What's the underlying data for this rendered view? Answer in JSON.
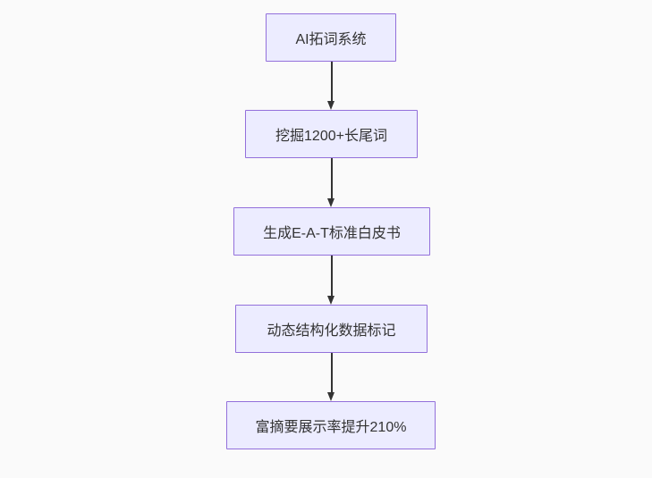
{
  "diagram": {
    "type": "flowchart",
    "direction": "top-down",
    "colors": {
      "background": "#fafafa",
      "node_fill": "#ececff",
      "node_border": "#9370db",
      "node_text": "#333333",
      "edge": "#333333"
    },
    "nodes": [
      {
        "label": "AI拓词系统"
      },
      {
        "label": "挖掘1200+长尾词"
      },
      {
        "label": "生成E-A-T标准白皮书"
      },
      {
        "label": "动态结构化数据标记"
      },
      {
        "label": "富摘要展示率提升210%"
      }
    ],
    "edges": [
      {
        "from": "AI拓词系统",
        "to": "挖掘1200+长尾词",
        "style": "arrow"
      },
      {
        "from": "挖掘1200+长尾词",
        "to": "生成E-A-T标准白皮书",
        "style": "arrow"
      },
      {
        "from": "生成E-A-T标准白皮书",
        "to": "动态结构化数据标记",
        "style": "arrow"
      },
      {
        "from": "动态结构化数据标记",
        "to": "富摘要展示率提升210%",
        "style": "arrow"
      }
    ]
  }
}
